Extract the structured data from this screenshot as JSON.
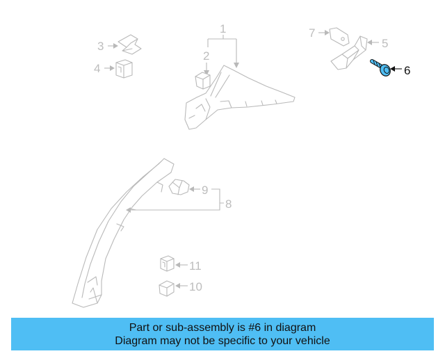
{
  "diagram": {
    "callouts": [
      "1",
      "2",
      "3",
      "4",
      "5",
      "6",
      "7",
      "8",
      "9",
      "10",
      "11"
    ],
    "highlighted_part": "6",
    "colors": {
      "line": "#b9b9b9",
      "highlight_part": "#4fbef4",
      "highlight_label": "#111111"
    }
  },
  "banner": {
    "line1": "Part or sub-assembly is #6 in diagram",
    "line2": "Diagram may not be specific to your vehicle",
    "background": "#4fbef4"
  }
}
